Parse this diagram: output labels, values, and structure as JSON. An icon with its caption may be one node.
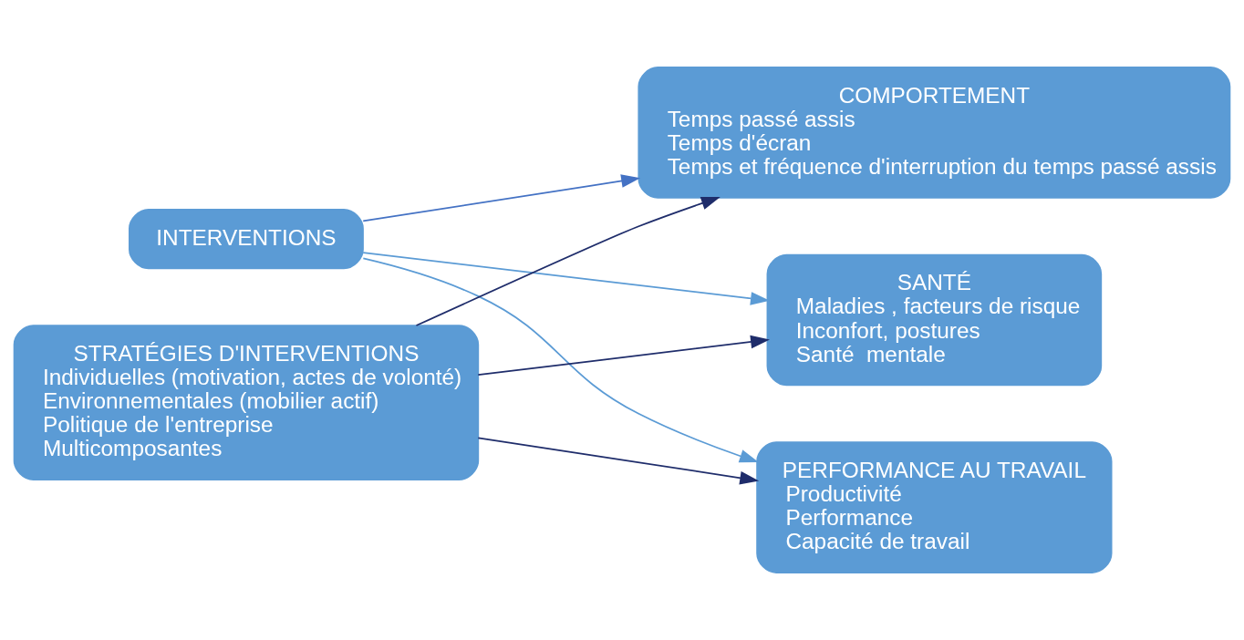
{
  "diagram": {
    "nodes": [
      {
        "text": [
          "INTERVENTIONS"
        ]
      },
      {
        "text": [
          "COMPORTEMENT",
          "Temps passé assis",
          "Temps d'écran",
          "Temps et fréquence d'interruption du temps passé assis"
        ]
      },
      {
        "text": [
          "SANTÉ",
          "Maladies , facteurs de risque",
          "Inconfort, postures",
          "Santé  mentale"
        ]
      },
      {
        "text": [
          "PERFORMANCE AU TRAVAIL",
          "Productivité",
          "Performance",
          "Capacité de travail"
        ]
      },
      {
        "text": [
          "STRATÉGIES D'INTERVENTIONS",
          "Individuelles (motivation, actes de volonté)",
          "Environnementales (mobilier actif)",
          "Politique de l'entreprise",
          "Multicomposantes"
        ]
      }
    ],
    "edges": [
      {
        "from": 0,
        "to": 2,
        "arrow": "to",
        "color": "#5b9bd5"
      },
      {
        "from": 0,
        "to": 1,
        "arrow": "to",
        "color": "#4472c4"
      },
      {
        "from": 0,
        "to": 3,
        "arrow": "to",
        "color": "#5b9bd5"
      },
      {
        "from": 4,
        "to": 1,
        "arrow": "to"
      },
      {
        "from": 4,
        "to": 2,
        "arrow": "to"
      },
      {
        "from": 4,
        "to": 3,
        "arrow": "to"
      }
    ]
  }
}
